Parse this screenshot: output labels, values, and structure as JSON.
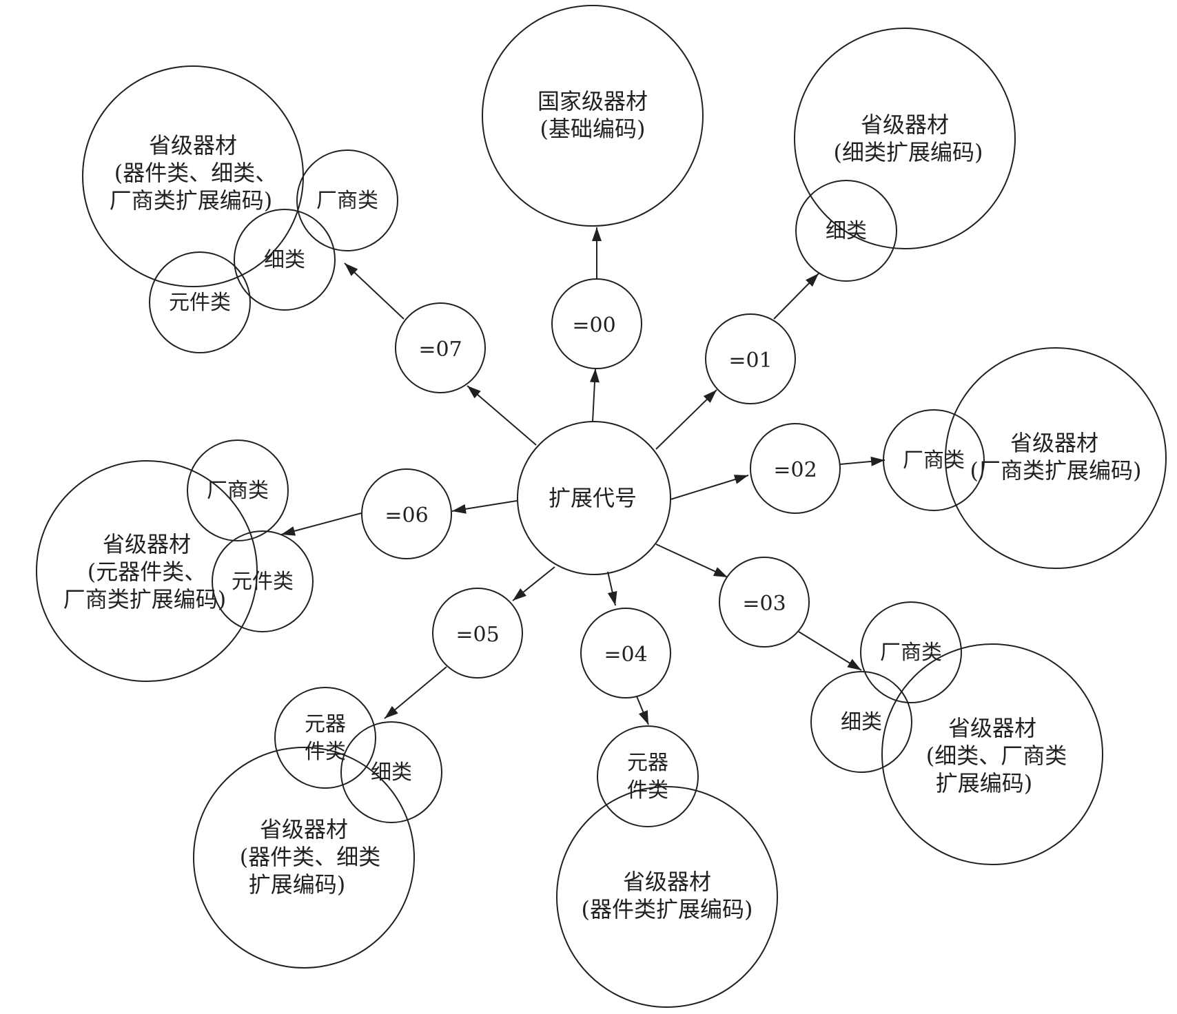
{
  "center": "扩展代号",
  "codes": {
    "c00": "=00",
    "c01": "=01",
    "c02": "=02",
    "c03": "=03",
    "c04": "=04",
    "c05": "=05",
    "c06": "=06",
    "c07": "=07"
  },
  "branch00": {
    "line1": "国家级器材",
    "line2": "(基础编码)"
  },
  "branch01": {
    "line1": "省级器材",
    "line2": "(细类扩展编码)",
    "sub1": "细类"
  },
  "branch02": {
    "line1": "省级器材",
    "line2": "(厂商类扩展编码)",
    "sub1": "厂商类"
  },
  "branch03": {
    "line1": "省级器材",
    "line2": "(细类、厂商类",
    "line3": "扩展编码)",
    "sub1": "厂商类",
    "sub2": "细类"
  },
  "branch04": {
    "line1": "省级器材",
    "line2": "(器件类扩展编码)",
    "sub1a": "元器",
    "sub1b": "件类"
  },
  "branch05": {
    "line1": "省级器材",
    "line2": "(器件类、细类",
    "line3": "扩展编码)",
    "sub1a": "元器",
    "sub1b": "件类",
    "sub2": "细类"
  },
  "branch06": {
    "line1": "省级器材",
    "line2": "(元器件类、",
    "line3": "厂商类扩展编码)",
    "sub1": "厂商类",
    "sub2": "元件类"
  },
  "branch07": {
    "line1": "省级器材",
    "line2": "(器件类、细类、",
    "line3": "厂商类扩展编码)",
    "sub1": "厂商类",
    "sub2": "细类",
    "sub3": "元件类"
  }
}
